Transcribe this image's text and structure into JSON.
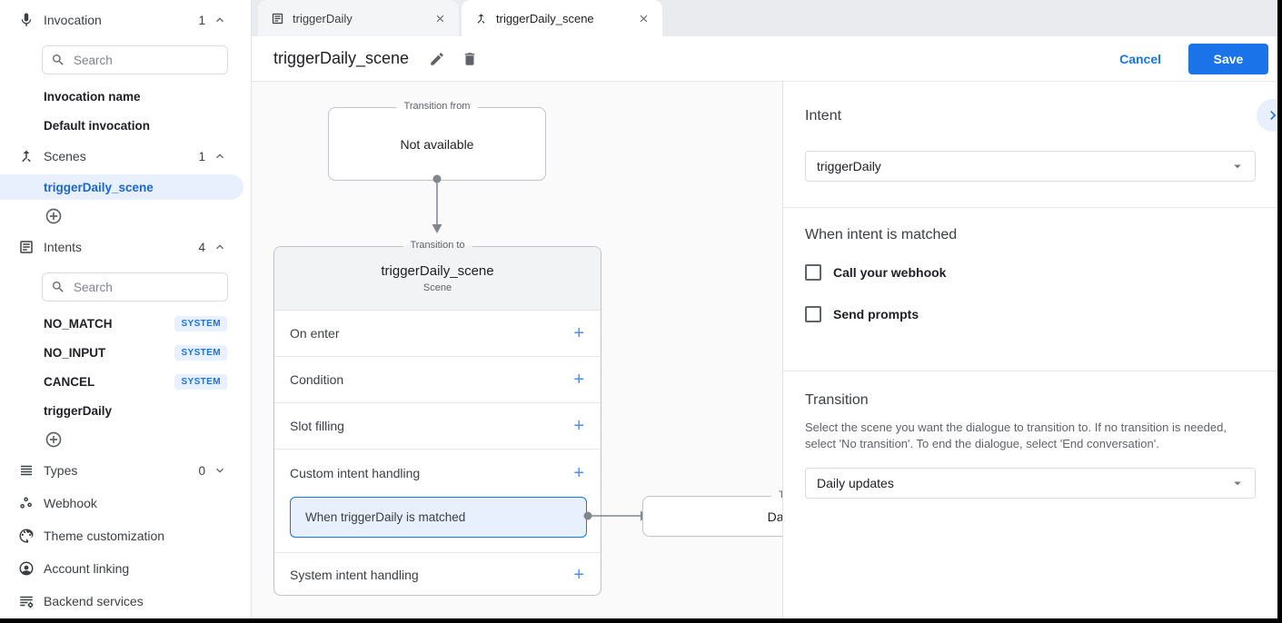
{
  "colors": {
    "accent": "#1a73e8",
    "selected_bg": "#e8f0fe",
    "canvas_bg": "#fafafa"
  },
  "sidebar": {
    "invocation": {
      "label": "Invocation",
      "count": "1",
      "search_placeholder": "Search",
      "items": [
        {
          "label": "Invocation name"
        },
        {
          "label": "Default invocation"
        }
      ]
    },
    "scenes": {
      "label": "Scenes",
      "count": "1",
      "items": [
        {
          "label": "triggerDaily_scene",
          "selected": true
        }
      ]
    },
    "intents": {
      "label": "Intents",
      "count": "4",
      "search_placeholder": "Search",
      "items": [
        {
          "label": "NO_MATCH",
          "badge": "SYSTEM"
        },
        {
          "label": "NO_INPUT",
          "badge": "SYSTEM"
        },
        {
          "label": "CANCEL",
          "badge": "SYSTEM"
        },
        {
          "label": "triggerDaily",
          "badge": ""
        }
      ]
    },
    "types": {
      "label": "Types",
      "count": "0"
    },
    "links": [
      {
        "label": "Webhook"
      },
      {
        "label": "Theme customization"
      },
      {
        "label": "Account linking"
      },
      {
        "label": "Backend services"
      }
    ]
  },
  "tabs": [
    {
      "label": "triggerDaily",
      "active": false
    },
    {
      "label": "triggerDaily_scene",
      "active": true
    }
  ],
  "header": {
    "title": "triggerDaily_scene",
    "cancel_label": "Cancel",
    "save_label": "Save"
  },
  "canvas": {
    "transition_from": {
      "legend": "Transition from",
      "text": "Not available"
    },
    "scene_card": {
      "legend": "Transition to",
      "title": "triggerDaily_scene",
      "subtitle": "Scene",
      "add_symbol": "+",
      "rows": [
        {
          "label": "On enter"
        },
        {
          "label": "Condition"
        },
        {
          "label": "Slot filling"
        },
        {
          "label": "Custom intent handling"
        },
        {
          "label": "System intent handling"
        }
      ],
      "intent_node": "When triggerDaily is matched"
    },
    "next_box": {
      "legend": "Transition to",
      "text": "Daily updates"
    }
  },
  "panel": {
    "intent": {
      "heading": "Intent",
      "value": "triggerDaily"
    },
    "matched": {
      "heading": "When intent is matched",
      "options": [
        {
          "label": "Call your webhook",
          "checked": false
        },
        {
          "label": "Send prompts",
          "checked": false
        }
      ]
    },
    "transition": {
      "heading": "Transition",
      "description": "Select the scene you want the dialogue to transition to. If no transition is needed, select 'No transition'. To end the dialogue, select 'End conversation'.",
      "value": "Daily updates"
    }
  }
}
